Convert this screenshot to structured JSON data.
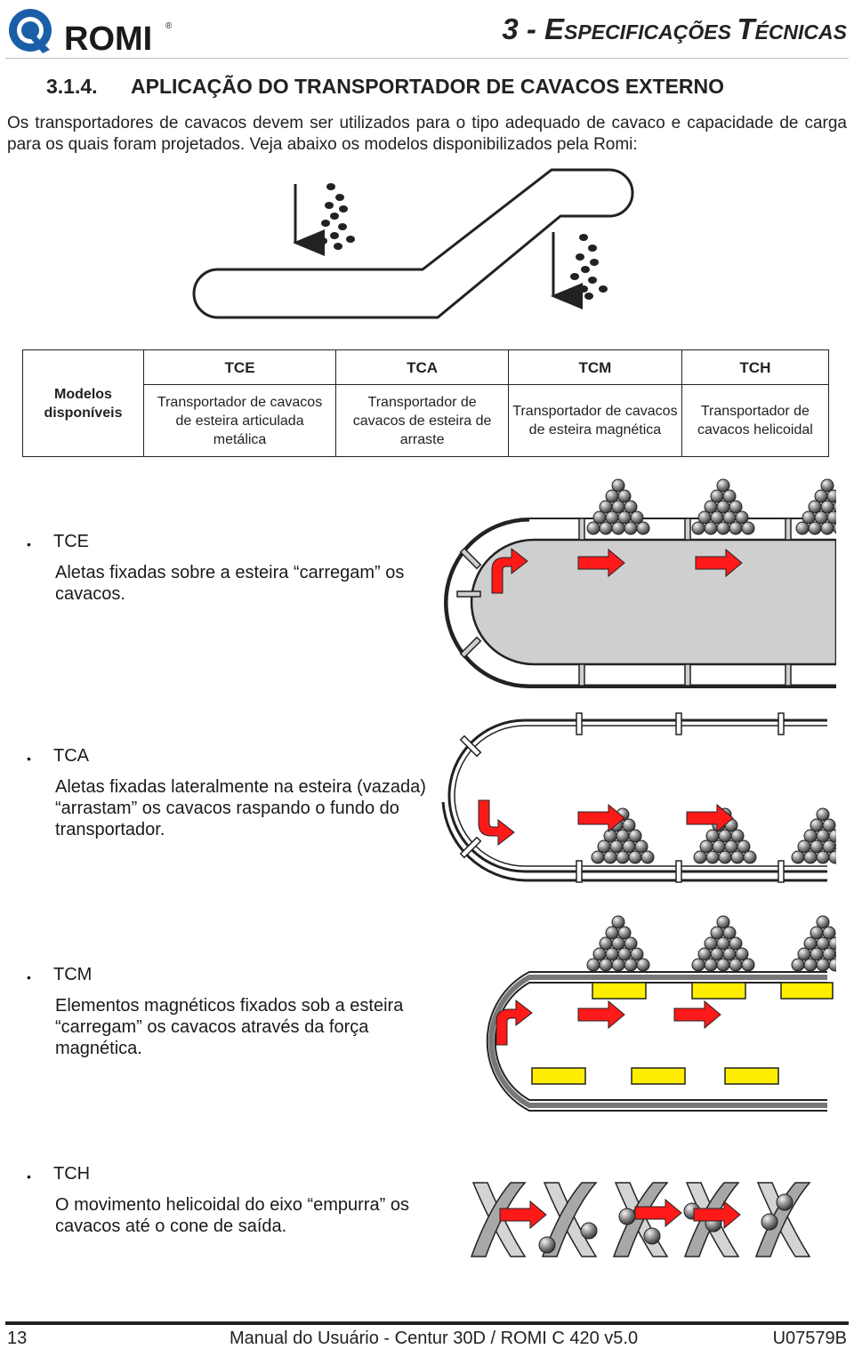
{
  "header": {
    "brand": "ROMI",
    "registered": "®",
    "chapter_prefix": "3 - E",
    "chapter_sc1": "SPECIFICAÇÕES ",
    "chapter_t": "T",
    "chapter_sc2": "ÉCNICAS"
  },
  "section": {
    "number": "3.1.4.",
    "title": "APLICAÇÃO DO TRANSPORTADOR DE CAVACOS EXTERNO"
  },
  "intro": "Os transportadores de cavacos devem ser utilizados para o tipo adequado de cavaco e capacidade de carga para os quais foram projetados. Veja abaixo os modelos disponibilizados pela Romi:",
  "table": {
    "row_label": "Modelos disponíveis",
    "columns": [
      {
        "code": "TCE",
        "description": "Transportador de cavacos de esteira articulada metálica"
      },
      {
        "code": "TCA",
        "description": "Transportador de cavacos de esteira de arraste"
      },
      {
        "code": "TCM",
        "description": "Transportador de cavacos de esteira magnética"
      },
      {
        "code": "TCH",
        "description": "Transportador de cavacos helicoidal"
      }
    ]
  },
  "items": [
    {
      "name": "TCE",
      "description": "Aletas fixadas sobre a esteira “carregam” os cavacos."
    },
    {
      "name": "TCA",
      "description": "Aletas fixadas lateralmente na esteira (vazada) “arrastam” os cavacos raspando o fundo do transportador."
    },
    {
      "name": "TCM",
      "description": "Elementos magnéticos fixados sob a esteira “carregam” os cavacos através da força magnética."
    },
    {
      "name": "TCH",
      "description": "O movimento helicoidal do eixo “empurra” os cavacos até o cone de saída."
    }
  ],
  "bullet": "•",
  "colors": {
    "arrow_red": "#ff1a1a",
    "magnet_yellow": "#ffee00",
    "conveyor_gray": "#c8c8c8",
    "logo_blue": "#1a5fa8"
  },
  "footer": {
    "page": "13",
    "manual": "Manual do Usuário - Centur 30D / ROMI C 420 v5.0",
    "code": "U07579B"
  }
}
